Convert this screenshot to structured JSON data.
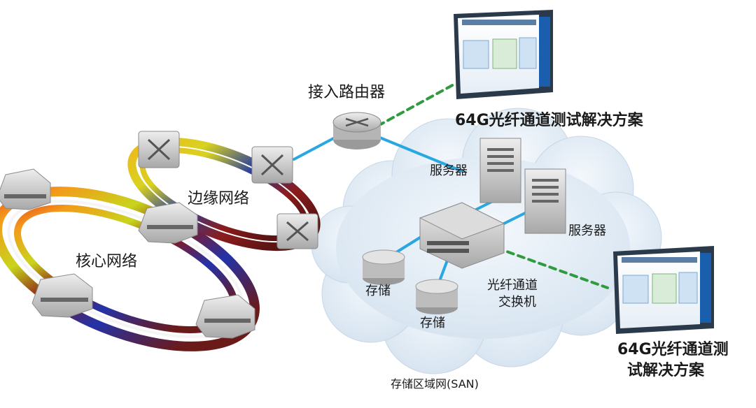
{
  "labels": {
    "access_router": "接入路由器",
    "test_solution_top": "64G光纤通道测试解决方案",
    "server_top": "服务器",
    "server_right": "服务器",
    "edge_network": "边缘网络",
    "core_network": "核心网络",
    "fc_switch_line1": "光纤通道",
    "fc_switch_line2": "交换机",
    "storage_left": "存储",
    "storage_bottom": "存储",
    "test_solution_right_line1": "64G光纤通道测",
    "test_solution_right_line2": "试解决方案",
    "san_caption": "存储区域网(SAN)"
  },
  "colors": {
    "link_blue": "#2aa7e0",
    "link_green_dashed": "#2e9b3f",
    "device_gray": "#c9c9c9",
    "cloud": "#e4eef7"
  },
  "icons": [
    "router-icon",
    "switch-icon",
    "server-icon",
    "storage-icon",
    "monitor-icon",
    "cloud-icon"
  ]
}
